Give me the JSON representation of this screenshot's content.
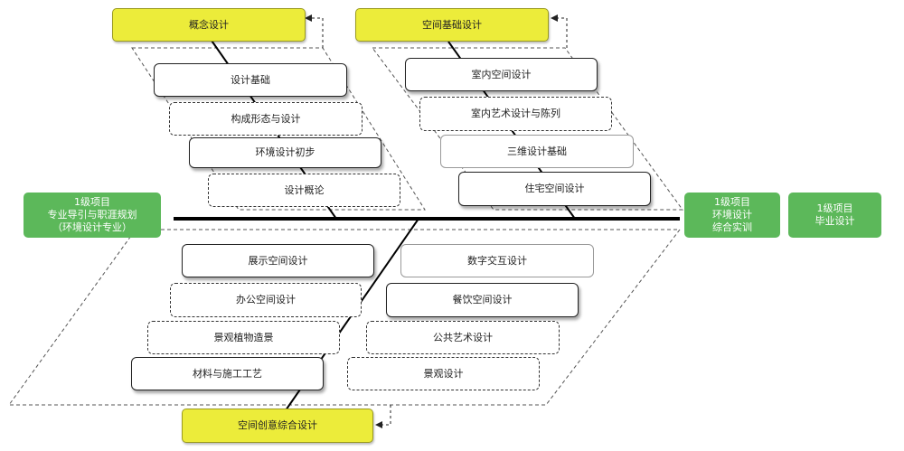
{
  "goals": {
    "concept": "概念设计",
    "space_basic": "空间基础设计",
    "space_creative": "空间创意综合设计"
  },
  "projects": {
    "left": "1级项目\n专业导引与职涯规划\n（环境设计专业）",
    "middle": "1级项目\n环境设计\n综合实训",
    "right": "1级项目\n毕业设计"
  },
  "upper_left_courses": [
    "设计基础",
    "构成形态与设计",
    "环境设计初步",
    "设计概论"
  ],
  "upper_right_courses": [
    "室内空间设计",
    "室内艺术设计与陈列",
    "三维设计基础",
    "住宅空间设计"
  ],
  "lower_left_courses": [
    "展示空间设计",
    "办公空间设计",
    "景观植物造景",
    "材料与施工工艺"
  ],
  "lower_right_courses": [
    "数字交互设计",
    "餐饮空间设计",
    "公共艺术设计",
    "景观设计"
  ]
}
